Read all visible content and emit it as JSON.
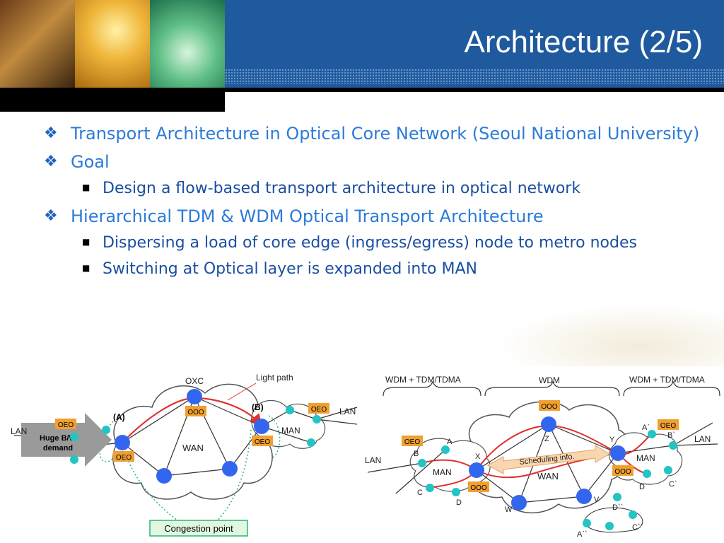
{
  "slide": {
    "title": "Architecture (2/5)",
    "bullets": [
      {
        "text": "Transport Architecture in Optical Core Network (Seoul National University)"
      },
      {
        "text": "Goal",
        "sub": [
          "Design a flow-based transport architecture in optical network"
        ]
      },
      {
        "text": "Hierarchical TDM & WDM Optical Transport Architecture",
        "sub": [
          "Dispersing a load of core edge (ingress/egress) node to metro nodes",
          "Switching at Optical layer is expanded into MAN"
        ]
      }
    ],
    "bullet_marker": "❖",
    "sub_marker": "■"
  },
  "figure_left": {
    "oxc": "OXC",
    "light_path": "Light path",
    "label_a": "(A)",
    "label_b": "(B)",
    "wan": "WAN",
    "man": "MAN",
    "lan_left": "LAN",
    "lan_right": "LAN",
    "demand_line1": "Huge B/W",
    "demand_line2": "demand",
    "oeo": "OEO",
    "ooo": "OOO",
    "congestion": "Congestion point"
  },
  "figure_right": {
    "wdm_tdm_left": "WDM + TDM/TDMA",
    "wdm": "WDM",
    "wdm_tdm_right": "WDM + TDM/TDMA",
    "lan_left": "LAN",
    "lan_right": "LAN",
    "man_left": "MAN",
    "man_right": "MAN",
    "wan": "WAN",
    "scheduling": "Scheduling info.",
    "oeo": "OEO",
    "ooo": "OOO",
    "node_a": "A",
    "node_b": "B",
    "node_c": "C",
    "node_d": "D",
    "node_x": "X",
    "node_y": "Y",
    "node_z": "Z",
    "node_w": "W",
    "node_v": "V",
    "node_a1": "A`",
    "node_b1": "B`",
    "node_c1": "C`",
    "node_d1": "D`",
    "node_a2": "A``",
    "node_c2": "C``",
    "node_d2": "D``"
  },
  "colors": {
    "header_blue": "#1f5a9e",
    "bullet_blue": "#2b7bd8",
    "node_blue": "#3366ee",
    "node_cyan": "#22c4c4",
    "path_red": "#e03030",
    "box_orange": "#f0a030",
    "congestion_green": "#2bb673"
  }
}
